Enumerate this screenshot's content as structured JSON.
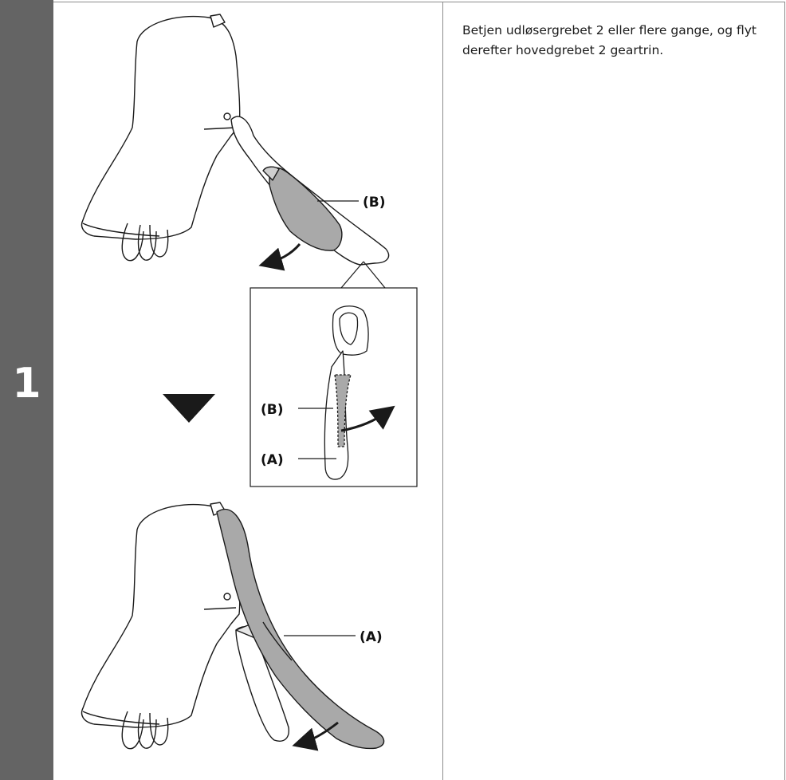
{
  "step": {
    "number": "1"
  },
  "instruction": {
    "text": "Betjen udløsergrebet 2 eller flere gange, og flyt derefter hovedgrebet 2 geartrin."
  },
  "callouts": {
    "top_b": "(B)",
    "detail_b": "(B)",
    "detail_a": "(A)",
    "bottom_a": "(A)"
  },
  "colors": {
    "step_bar": "#646464",
    "lever_highlight": "#a9a9a9",
    "outline": "#1a1a1a"
  }
}
